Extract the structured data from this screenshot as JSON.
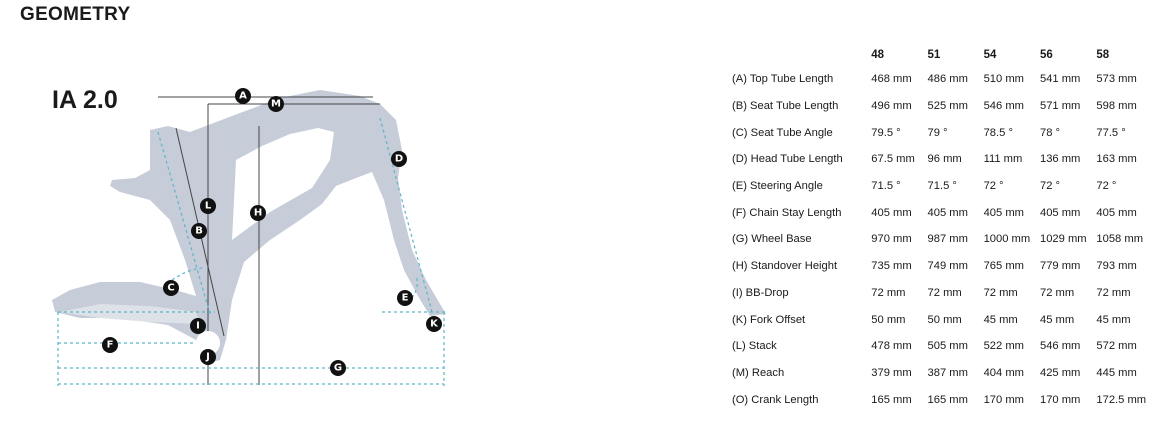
{
  "section_title": "GEOMETRY",
  "model_name": "IA 2.0",
  "diagram_labels": [
    "A",
    "M",
    "D",
    "L",
    "H",
    "B",
    "C",
    "E",
    "K",
    "I",
    "F",
    "J",
    "G"
  ],
  "colors": {
    "frame": "#c6ccd8",
    "dimension_line": "#5bb7c9",
    "marker": "#111111",
    "text": "#1a1a1a"
  },
  "table": {
    "sizes": [
      "48",
      "51",
      "54",
      "56",
      "58"
    ],
    "rows": [
      {
        "label": "(A) Top Tube Length",
        "values": [
          "468 mm",
          "486 mm",
          "510 mm",
          "541 mm",
          "573 mm"
        ]
      },
      {
        "label": "(B) Seat Tube Length",
        "values": [
          "496 mm",
          "525 mm",
          "546 mm",
          "571 mm",
          "598 mm"
        ]
      },
      {
        "label": "(C) Seat Tube Angle",
        "values": [
          "79.5 °",
          "79 °",
          "78.5 °",
          "78 °",
          "77.5 °"
        ]
      },
      {
        "label": "(D) Head Tube Length",
        "values": [
          "67.5 mm",
          "96 mm",
          "111 mm",
          "136 mm",
          "163 mm"
        ]
      },
      {
        "label": "(E) Steering Angle",
        "values": [
          "71.5 °",
          "71.5 °",
          "72 °",
          "72 °",
          "72 °"
        ]
      },
      {
        "label": "(F) Chain Stay Length",
        "values": [
          "405 mm",
          "405 mm",
          "405 mm",
          "405 mm",
          "405 mm"
        ]
      },
      {
        "label": "(G) Wheel Base",
        "values": [
          "970 mm",
          "987 mm",
          "1000 mm",
          "1029 mm",
          "1058 mm"
        ]
      },
      {
        "label": "(H) Standover Height",
        "values": [
          "735 mm",
          "749 mm",
          "765 mm",
          "779 mm",
          "793 mm"
        ]
      },
      {
        "label": "(I) BB-Drop",
        "values": [
          "72 mm",
          "72 mm",
          "72 mm",
          "72 mm",
          "72 mm"
        ]
      },
      {
        "label": "(K) Fork Offset",
        "values": [
          "50 mm",
          "50 mm",
          "45 mm",
          "45 mm",
          "45 mm"
        ]
      },
      {
        "label": "(L) Stack",
        "values": [
          "478 mm",
          "505 mm",
          "522 mm",
          "546 mm",
          "572 mm"
        ]
      },
      {
        "label": "(M) Reach",
        "values": [
          "379 mm",
          "387 mm",
          "404 mm",
          "425 mm",
          "445 mm"
        ]
      },
      {
        "label": "(O) Crank Length",
        "values": [
          "165 mm",
          "165 mm",
          "170 mm",
          "170 mm",
          "172.5 mm"
        ]
      }
    ]
  }
}
